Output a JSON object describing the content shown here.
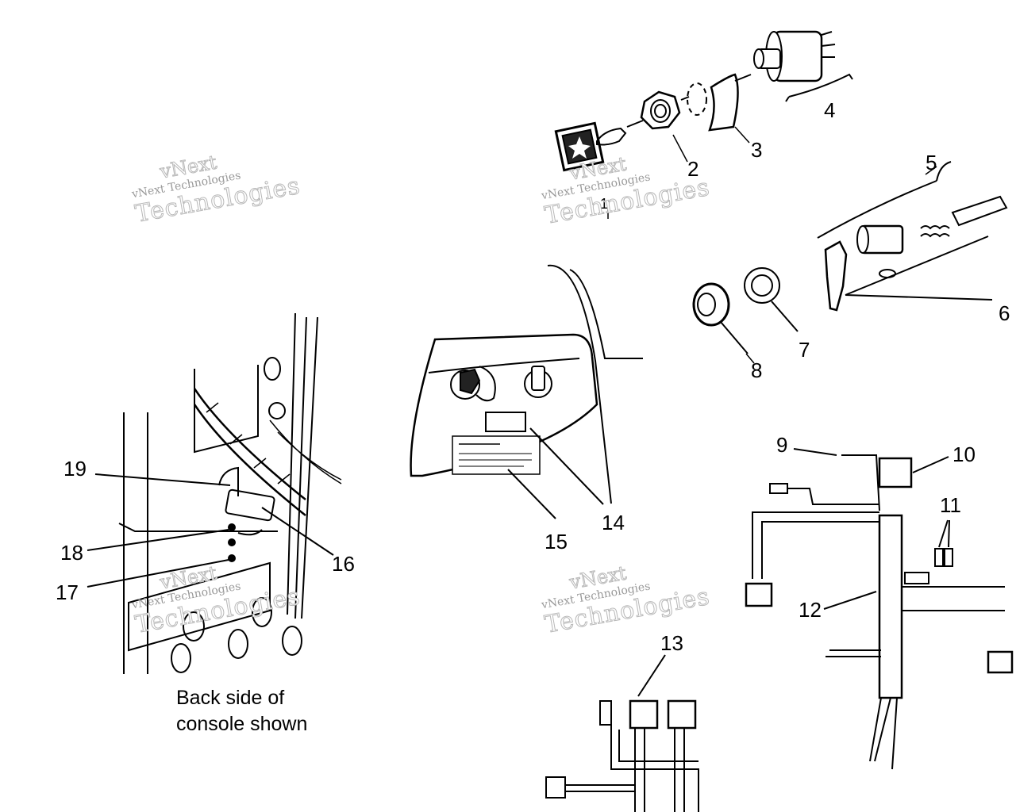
{
  "callouts": [
    "1",
    "2",
    "3",
    "4",
    "5",
    "6",
    "7",
    "8",
    "9",
    "10",
    "11",
    "12",
    "13",
    "14",
    "15",
    "16",
    "17",
    "18",
    "19"
  ],
  "caption": {
    "line1": "Back side of",
    "line2": "console shown"
  },
  "watermark": {
    "top": "vNext",
    "line": "vNext Technologies",
    "big": "Technologies"
  }
}
